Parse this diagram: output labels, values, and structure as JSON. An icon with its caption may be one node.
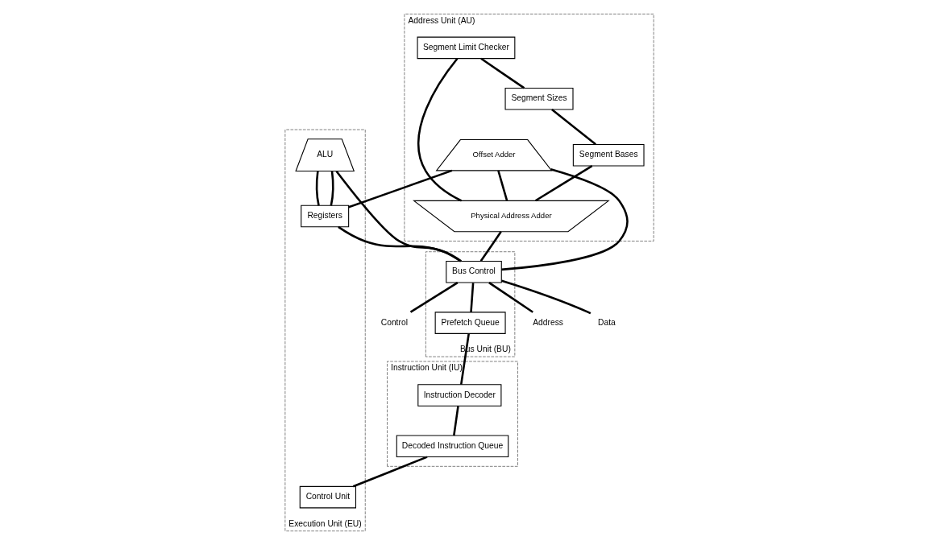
{
  "diagram": {
    "nodes": [
      {
        "text": [
          "Address Unit (AU)"
        ]
      },
      {
        "text": [
          "Physical Address Adder"
        ],
        "in": 0
      },
      {
        "text": [
          "Offset Adder"
        ],
        "in": 0
      },
      {
        "text": [
          "Segment Limit Checker"
        ],
        "in": 0
      },
      {
        "text": [
          "Segment Sizes"
        ],
        "in": 0
      },
      {
        "text": [
          "Segment Bases"
        ],
        "in": 0
      },
      {
        "text": [
          "Bus Unit (BU)"
        ]
      },
      {
        "text": [
          "Bus Control"
        ],
        "in": 6
      },
      {
        "text": [
          "Prefetch Queue"
        ],
        "in": 6
      },
      {
        "text": [
          "Address"
        ]
      },
      {
        "text": [
          "Data"
        ]
      },
      {
        "text": [
          "Control"
        ]
      },
      {
        "text": [
          "Execution Unit (EU)"
        ]
      },
      {
        "text": [
          "ALU"
        ],
        "in": 12
      },
      {
        "text": [
          "Control Unit"
        ],
        "in": 12
      },
      {
        "text": [
          "Registers"
        ],
        "in": 12
      },
      {
        "text": [
          "Instruction Unit (IU)"
        ]
      },
      {
        "text": [
          "Decoded Instruction Queue"
        ],
        "in": 16
      },
      {
        "text": [
          "Instruction Decoder"
        ],
        "in": 16
      }
    ],
    "edges": [
      {
        "from": 2,
        "to": 1,
        "arrow": "none"
      },
      {
        "from": 3,
        "to": 1,
        "arrow": "none"
      },
      {
        "from": 5,
        "to": 1,
        "arrow": "none"
      },
      {
        "from": 3,
        "to": 4,
        "arrow": "none"
      },
      {
        "from": 4,
        "to": 5,
        "arrow": "none"
      },
      {
        "from": 1,
        "to": 7,
        "arrow": "none"
      },
      {
        "from": 7,
        "to": 9,
        "arrow": "none"
      },
      {
        "from": 7,
        "to": 10,
        "arrow": "none"
      },
      {
        "from": 7,
        "to": 11,
        "arrow": "none"
      },
      {
        "from": 7,
        "to": 8,
        "arrow": "none"
      },
      {
        "from": 2,
        "to": 7,
        "arrow": "none"
      },
      {
        "from": 13,
        "to": 7,
        "arrow": "none"
      },
      {
        "from": 15,
        "to": 7,
        "arrow": "none"
      },
      {
        "from": 2,
        "to": 15,
        "arrow": "none"
      },
      {
        "from": 13,
        "to": 15,
        "arrow": "none"
      },
      {
        "from": 13,
        "to": 15,
        "arrow": "none"
      },
      {
        "from": 8,
        "to": 18,
        "arrow": "none"
      },
      {
        "from": 18,
        "to": 17,
        "arrow": "none"
      },
      {
        "from": 17,
        "to": 14,
        "arrow": "none"
      }
    ]
  }
}
